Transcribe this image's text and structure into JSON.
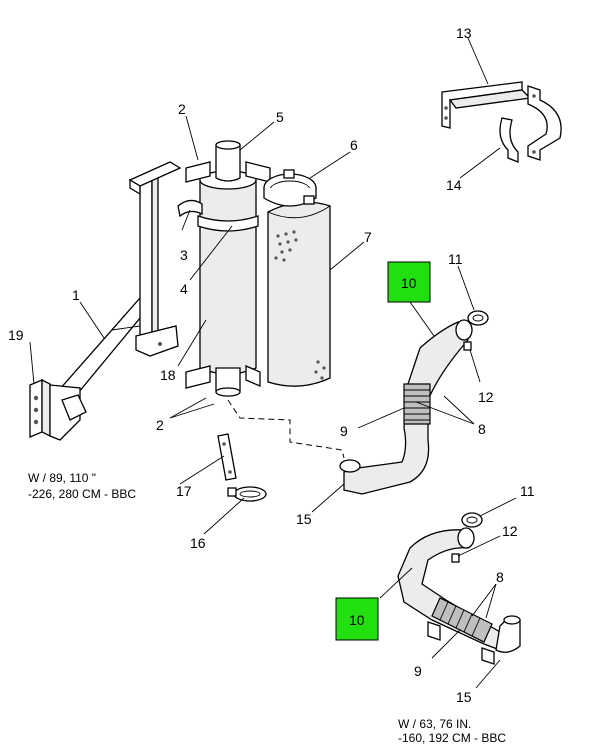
{
  "callout_color": "#22e010",
  "labels": {
    "p1": "1",
    "p2a": "2",
    "p2b": "2",
    "p3": "3",
    "p4": "4",
    "p5": "5",
    "p6": "6",
    "p7": "7",
    "p8a": "8",
    "p8b": "8",
    "p9a": "9",
    "p9b": "9",
    "p10a": "10",
    "p10b": "10",
    "p11a": "11",
    "p11b": "11",
    "p12a": "12",
    "p12b": "12",
    "p13": "13",
    "p14": "14",
    "p15a": "15",
    "p15b": "15",
    "p16": "16",
    "p17": "17",
    "p18": "18",
    "p19": "19"
  },
  "notes": {
    "left_line1": "W / 89, 110 \"",
    "left_line2": "-226, 280 CM - BBC",
    "right_line1": "W / 63, 76 IN.",
    "right_line2": "-160, 192 CM - BBC"
  }
}
